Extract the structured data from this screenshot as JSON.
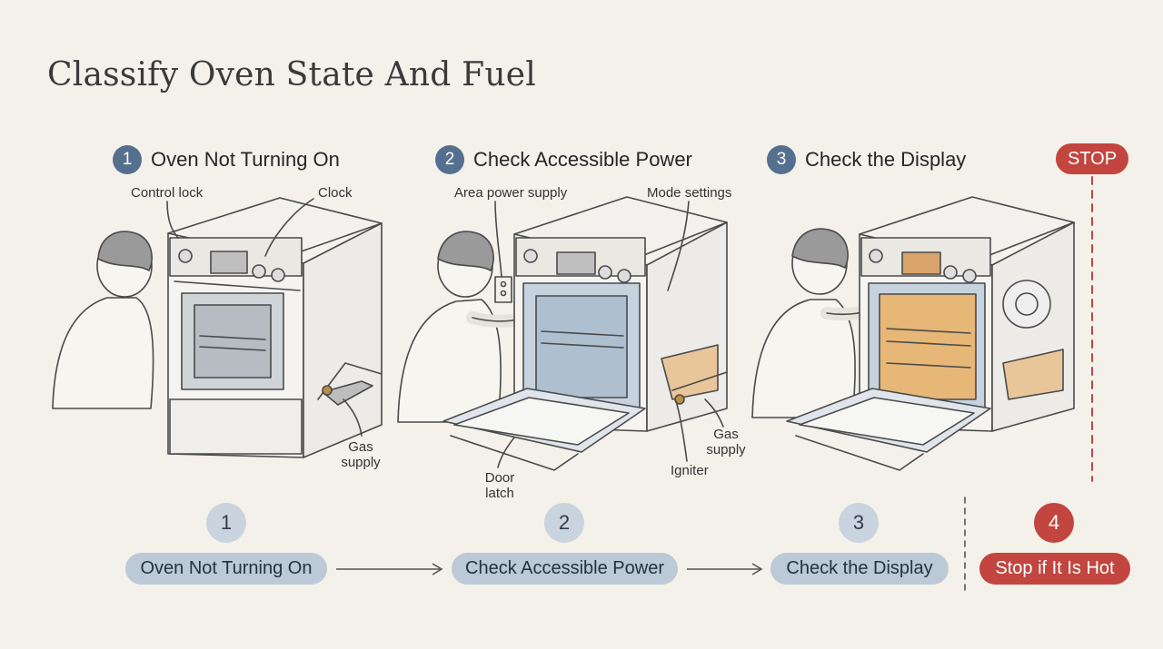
{
  "title": "Classify Oven State And Fuel",
  "stop_label": "STOP",
  "steps": [
    {
      "num": "1",
      "label": "Oven Not Turning On"
    },
    {
      "num": "2",
      "label": "Check Accessible Power"
    },
    {
      "num": "3",
      "label": "Check the Display"
    },
    {
      "num": "4",
      "label": "Stop if It Is Hot"
    }
  ],
  "callouts": {
    "control_lock": "Control lock",
    "clock": "Clock",
    "gas_supply_1": "Gas supply",
    "area_power": "Area power supply",
    "mode_settings": "Mode settings",
    "door_latch": "Door latch",
    "igniter": "Igniter",
    "gas_supply_2": "Gas supply"
  },
  "colors": {
    "step_blue": "#55708f",
    "pill_blue": "#bcc9d6",
    "stop_red": "#c24540",
    "heat_orange": "#e7b777",
    "background": "#f4f1ea"
  }
}
